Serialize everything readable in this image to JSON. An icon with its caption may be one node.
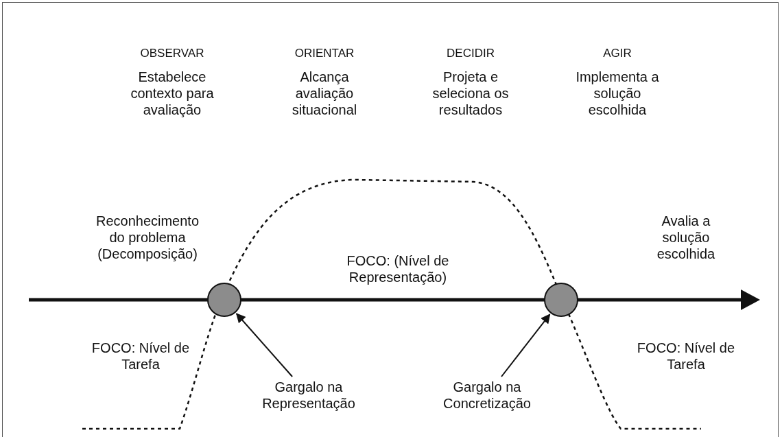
{
  "diagram": {
    "nodes": [
      {
        "text": [],
        "shape": "circle"
      },
      {
        "text": [],
        "shape": "circle"
      },
      {
        "text": [
          "Gargalo na Representação"
        ]
      },
      {
        "text": [
          "Gargalo na Concretização"
        ]
      }
    ],
    "edges": [
      {
        "from": 2,
        "to": 0,
        "arrow": "to"
      },
      {
        "from": 3,
        "to": 1,
        "arrow": "to"
      }
    ],
    "labels": [
      "OBSERVAR",
      "ORIENTAR",
      "DECIDIR",
      "AGIR",
      "Estabelece contexto para avaliação",
      "Alcança avaliação situacional",
      "Projeta e seleciona os resultados",
      "Implementa a solução escolhida",
      "Reconhecimento do problema (Decomposição)",
      "FOCO: (Nível de Representação)",
      "Avalia a solução escolhida",
      "FOCO: Nível de Tarefa",
      "FOCO: Nível de Tarefa"
    ]
  }
}
